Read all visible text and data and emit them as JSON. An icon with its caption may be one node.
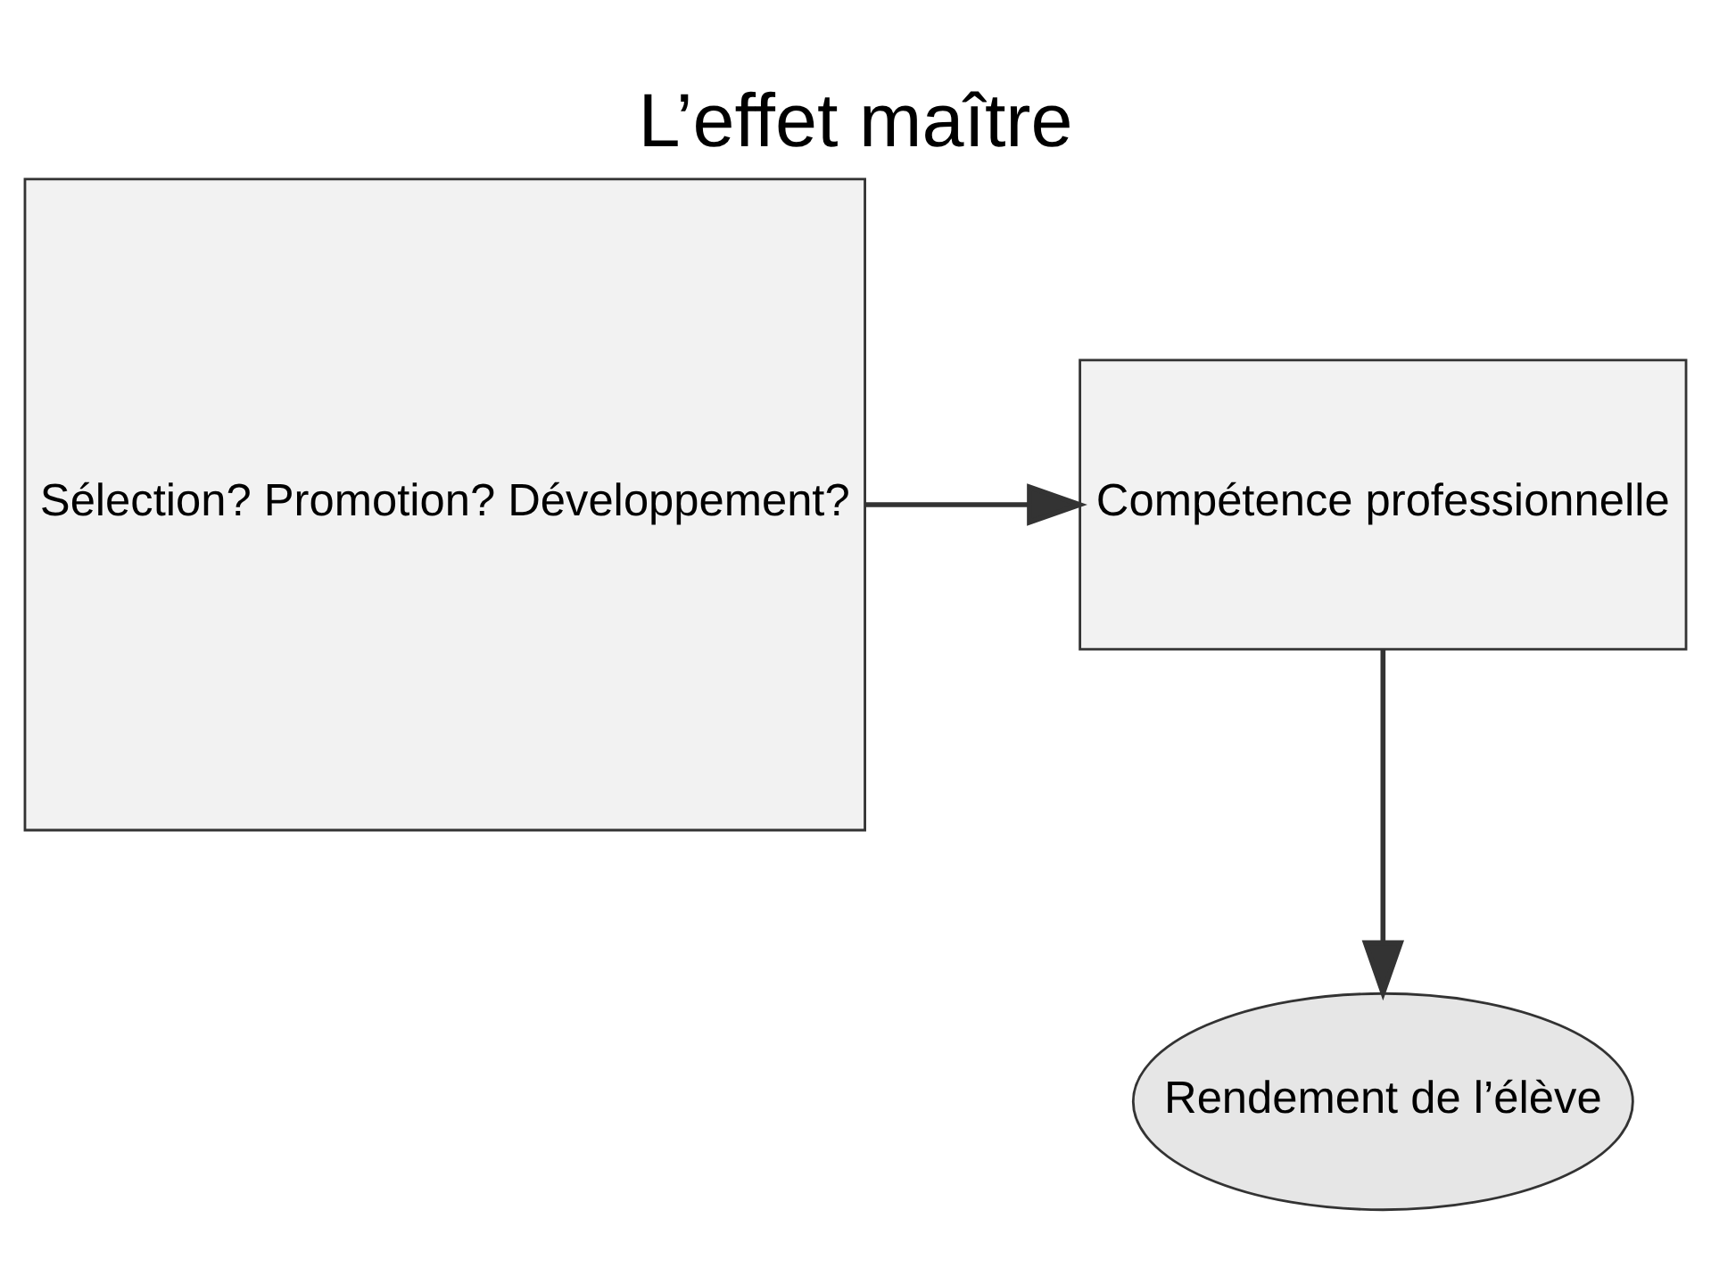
{
  "diagram": {
    "title": "L’effet maître",
    "nodes": [
      {
        "text": [
          "Compétence professionnelle"
        ]
      },
      {
        "text": [
          "Rendement de l’élève"
        ]
      },
      {
        "text": [
          "Sélection? Promotion? Développement?"
        ]
      }
    ],
    "edges": [
      {
        "from": 0,
        "to": 1,
        "arrow": "to"
      },
      {
        "from": 2,
        "to": 0,
        "arrow": "to"
      }
    ]
  }
}
